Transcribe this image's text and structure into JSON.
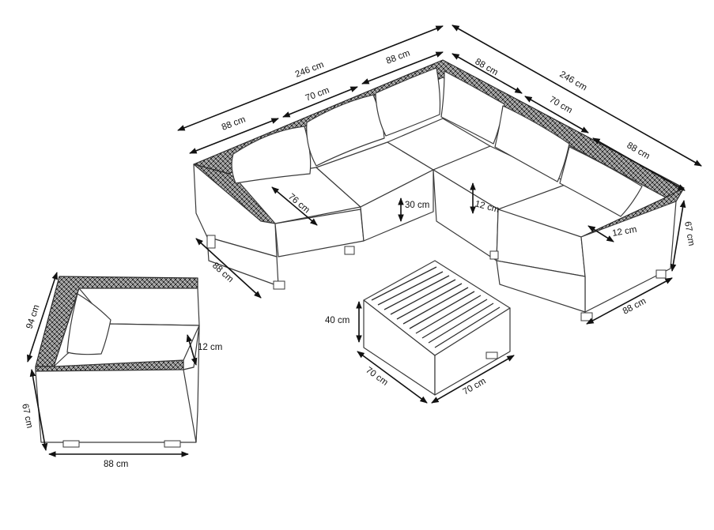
{
  "colors": {
    "line": "#3a3a3a",
    "dimension": "#111111",
    "background": "#ffffff"
  },
  "icons": {
    "dimension_arrow": "arrow-head"
  },
  "dimensions": {
    "total_left": "246 cm",
    "total_right": "246 cm",
    "top_88_left": "88 cm",
    "top_70_left": "70 cm",
    "top_88_middle": "88 cm",
    "top_88_right": "88 cm",
    "top_70_right": "70 cm",
    "top_88_far_right": "88 cm",
    "seat_depth": "76 cm",
    "seat_height": "30 cm",
    "back_thickness_corner": "12 cm",
    "arm_thickness_right": "12 cm",
    "height_right": "67 cm",
    "bottom_right": "88 cm",
    "left_depth": "88 cm",
    "chair_height_top": "94 cm",
    "chair_arm": "12 cm",
    "chair_height": "67 cm",
    "chair_width": "88 cm",
    "table_height": "40 cm",
    "table_depth": "70 cm",
    "table_width": "70 cm"
  }
}
